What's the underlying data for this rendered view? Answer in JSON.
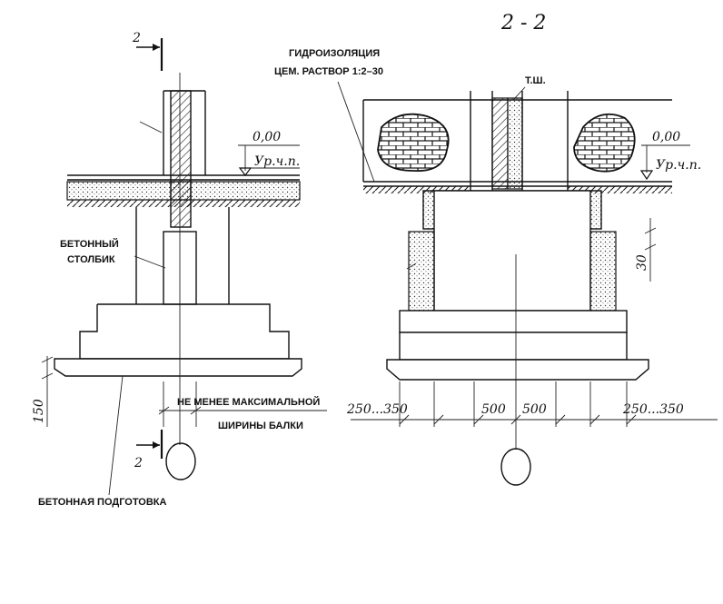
{
  "labels": {
    "hydro": "ГИДРОИЗОЛЯЦИЯ",
    "cement": "ЦЕМ. РАСТВОР 1:2–30",
    "ts": "Т.Ш.",
    "concrete_post_1": "БЕТОННЫЙ",
    "concrete_post_2": "СТОЛБИК",
    "min_width_1": "НЕ МЕНЕЕ МАКСИМАЛЬНОЙ",
    "min_width_2": "ШИРИНЫ БАЛКИ",
    "prep": "БЕТОННАЯ ПОДГОТОВКА"
  },
  "section": {
    "title": "2 - 2",
    "mark_top": "2",
    "mark_bottom": "2"
  },
  "levels": {
    "left_value": "0,00",
    "left_name": "Ур.ч.п.",
    "right_value": "0,00",
    "right_name": "Ур.ч.п."
  },
  "dims": {
    "d150": "150",
    "d30": "30",
    "d250_350_left": "250...350",
    "d500_a": "500",
    "d500_b": "500",
    "d250_350_right": "250...350"
  },
  "colors": {
    "ink": "#111111",
    "paper": "#ffffff"
  }
}
